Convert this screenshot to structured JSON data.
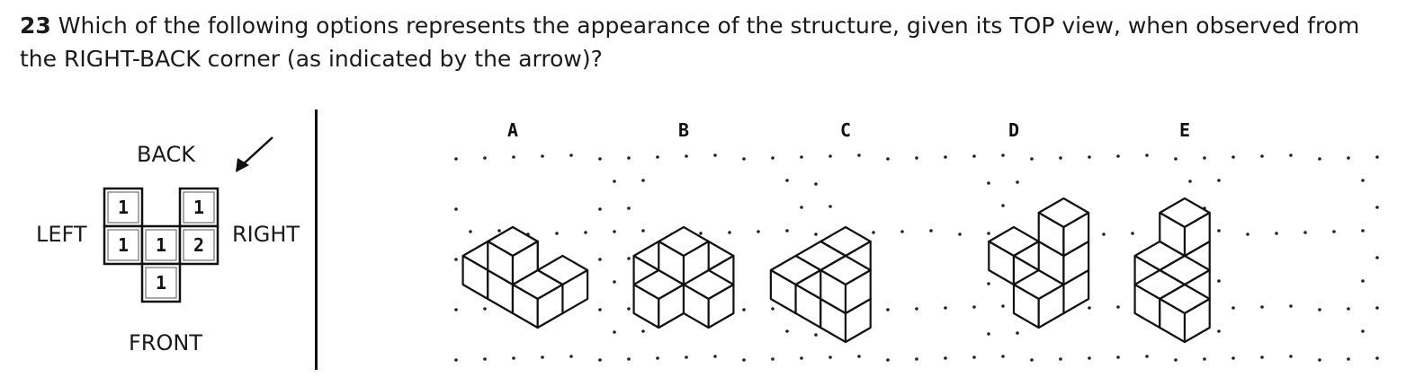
{
  "question": {
    "number": "23",
    "text": "Which of the following options represents the appearance of the structure, given its TOP view, when observed from the RIGHT-BACK corner (as indicated by the arrow)?"
  },
  "top_view": {
    "labels": {
      "back": "BACK",
      "left": "LEFT",
      "right": "RIGHT",
      "front": "FRONT"
    },
    "cells": [
      {
        "row": 0,
        "col": 0,
        "height": "1"
      },
      {
        "row": 0,
        "col": 2,
        "height": "1"
      },
      {
        "row": 1,
        "col": 0,
        "height": "1"
      },
      {
        "row": 1,
        "col": 1,
        "height": "1"
      },
      {
        "row": 1,
        "col": 2,
        "height": "2"
      },
      {
        "row": 2,
        "col": 1,
        "height": "1"
      }
    ],
    "arrow": "arrow-down-left-icon"
  },
  "options": [
    {
      "letter": "A",
      "cubes": [
        [
          0,
          0,
          0
        ],
        [
          0,
          1,
          0
        ],
        [
          1,
          1,
          0
        ],
        [
          1,
          1,
          1
        ],
        [
          2,
          1,
          0
        ],
        [
          2,
          0,
          0
        ]
      ]
    },
    {
      "letter": "B",
      "cubes": [
        [
          1,
          1,
          0
        ],
        [
          0,
          1,
          0
        ],
        [
          1,
          0,
          0
        ],
        [
          1,
          2,
          0
        ],
        [
          2,
          1,
          0
        ],
        [
          1,
          1,
          1
        ]
      ]
    },
    {
      "letter": "C",
      "cubes": [
        [
          0,
          0,
          0
        ],
        [
          0,
          1,
          0
        ],
        [
          0,
          2,
          0
        ],
        [
          1,
          2,
          0
        ],
        [
          2,
          2,
          0
        ],
        [
          2,
          2,
          1
        ]
      ]
    },
    {
      "letter": "D",
      "cubes": [
        [
          0,
          0,
          0
        ],
        [
          1,
          0,
          0
        ],
        [
          2,
          0,
          0
        ],
        [
          2,
          1,
          0
        ],
        [
          2,
          0,
          1
        ],
        [
          2,
          0,
          2
        ]
      ]
    },
    {
      "letter": "E",
      "cubes": [
        [
          0,
          0,
          0
        ],
        [
          0,
          1,
          0
        ],
        [
          1,
          1,
          0
        ],
        [
          1,
          2,
          0
        ],
        [
          2,
          2,
          0
        ],
        [
          0,
          0,
          1
        ]
      ]
    }
  ]
}
